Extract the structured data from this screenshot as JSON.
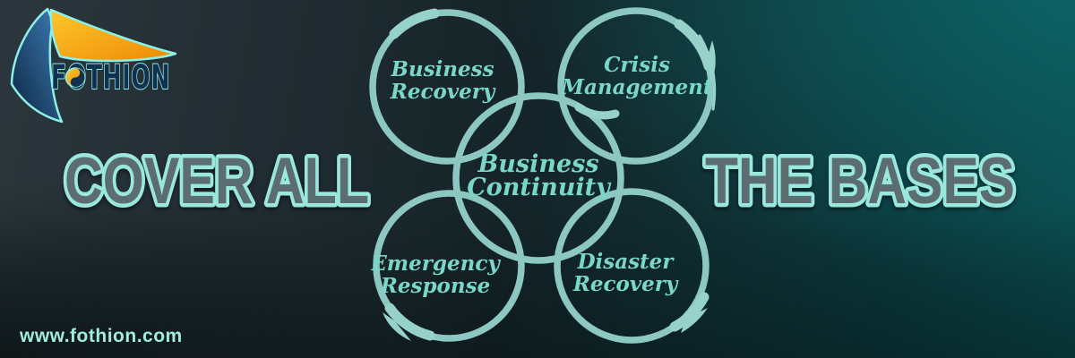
{
  "logo": {
    "brand": "FOTHION"
  },
  "headline": {
    "left": "COVER ALL",
    "right": "THE BASES",
    "fill_color": "#5c6d72",
    "outline_color": "#99e7dd"
  },
  "diagram": {
    "ring_color": "#8cc8c1",
    "label_color": "#79d6c8",
    "center": {
      "line1": "Business",
      "line2": "Continuity"
    },
    "circles": [
      {
        "id": "business-recovery",
        "line1": "Business",
        "line2": "Recovery"
      },
      {
        "id": "crisis-management",
        "line1": "Crisis",
        "line2": "Management"
      },
      {
        "id": "emergency-response",
        "line1": "Emergency",
        "line2": "Response"
      },
      {
        "id": "disaster-recovery",
        "line1": "Disaster",
        "line2": "Recovery"
      }
    ]
  },
  "footer": {
    "website": "www.fothion.com"
  },
  "colors": {
    "background_teal": "#0d6669",
    "background_slate": "#2b373c",
    "logo_navy": "#14304f",
    "logo_cyan_outline": "#8df0e8",
    "logo_orange": "#f59e13"
  }
}
